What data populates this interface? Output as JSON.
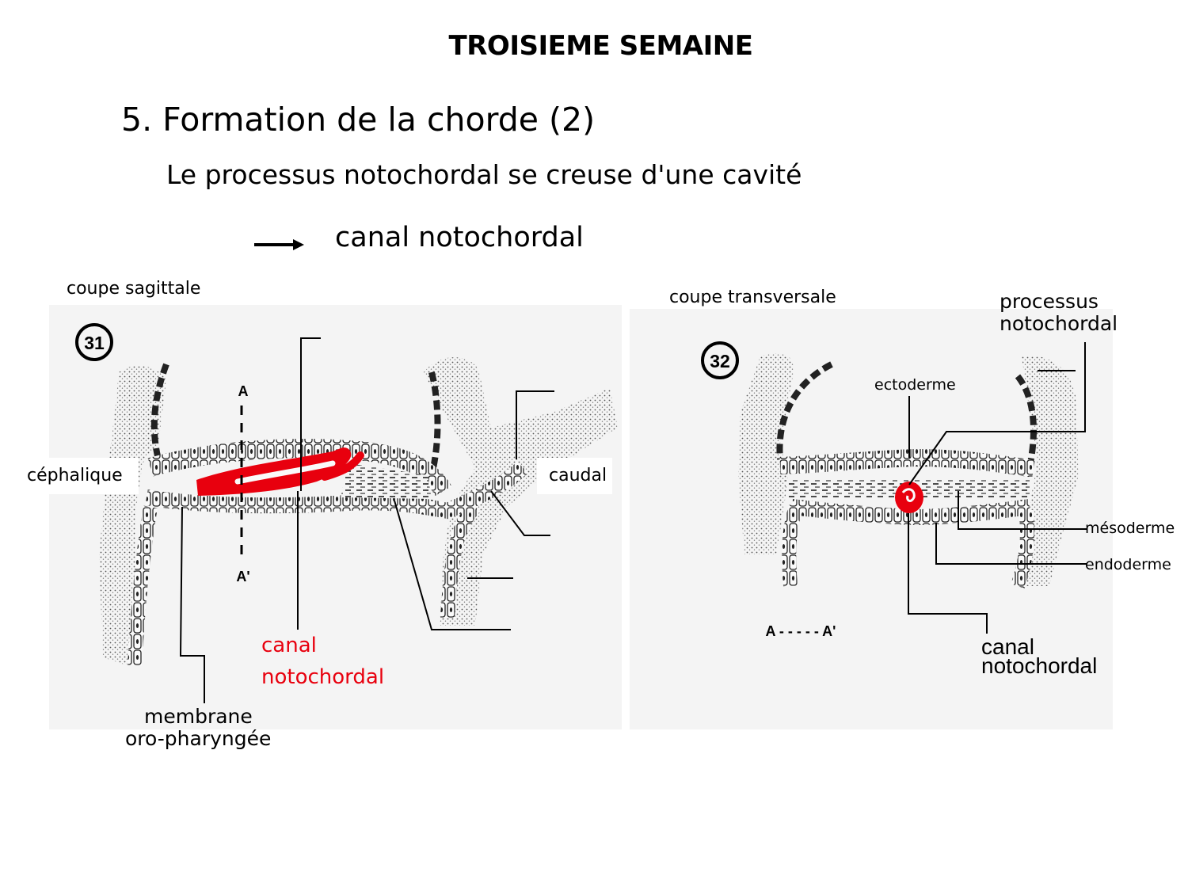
{
  "header": {
    "title": "TROISIEME SEMAINE"
  },
  "section": {
    "title": "5. Formation de la chorde (2)",
    "subtitle": "Le processus notochordal se creuse d'une cavité",
    "result": "canal notochordal"
  },
  "figure_left": {
    "caption": "coupe sagittale",
    "number": "31",
    "labels": {
      "cephalic": "céphalique",
      "caudal": "caudal",
      "canal_line1": "canal",
      "canal_line2": "notochordal",
      "membrane_line1": "membrane",
      "membrane_line2": "oro-pharyngée",
      "section_a": "A",
      "section_a_prime": "A'"
    }
  },
  "figure_right": {
    "caption": "coupe transversale",
    "number": "32",
    "labels": {
      "processus_line1": "processus",
      "processus_line2": "notochordal",
      "ectoderme": "ectoderme",
      "mesoderme": "mésoderme",
      "endoderme": "endoderme",
      "canal_line1": "canal",
      "canal_line2": "notochordal",
      "section_axis": "A - - - - - A'"
    }
  },
  "colors": {
    "highlight": "#e8000e",
    "panel": "#f4f4f4"
  }
}
